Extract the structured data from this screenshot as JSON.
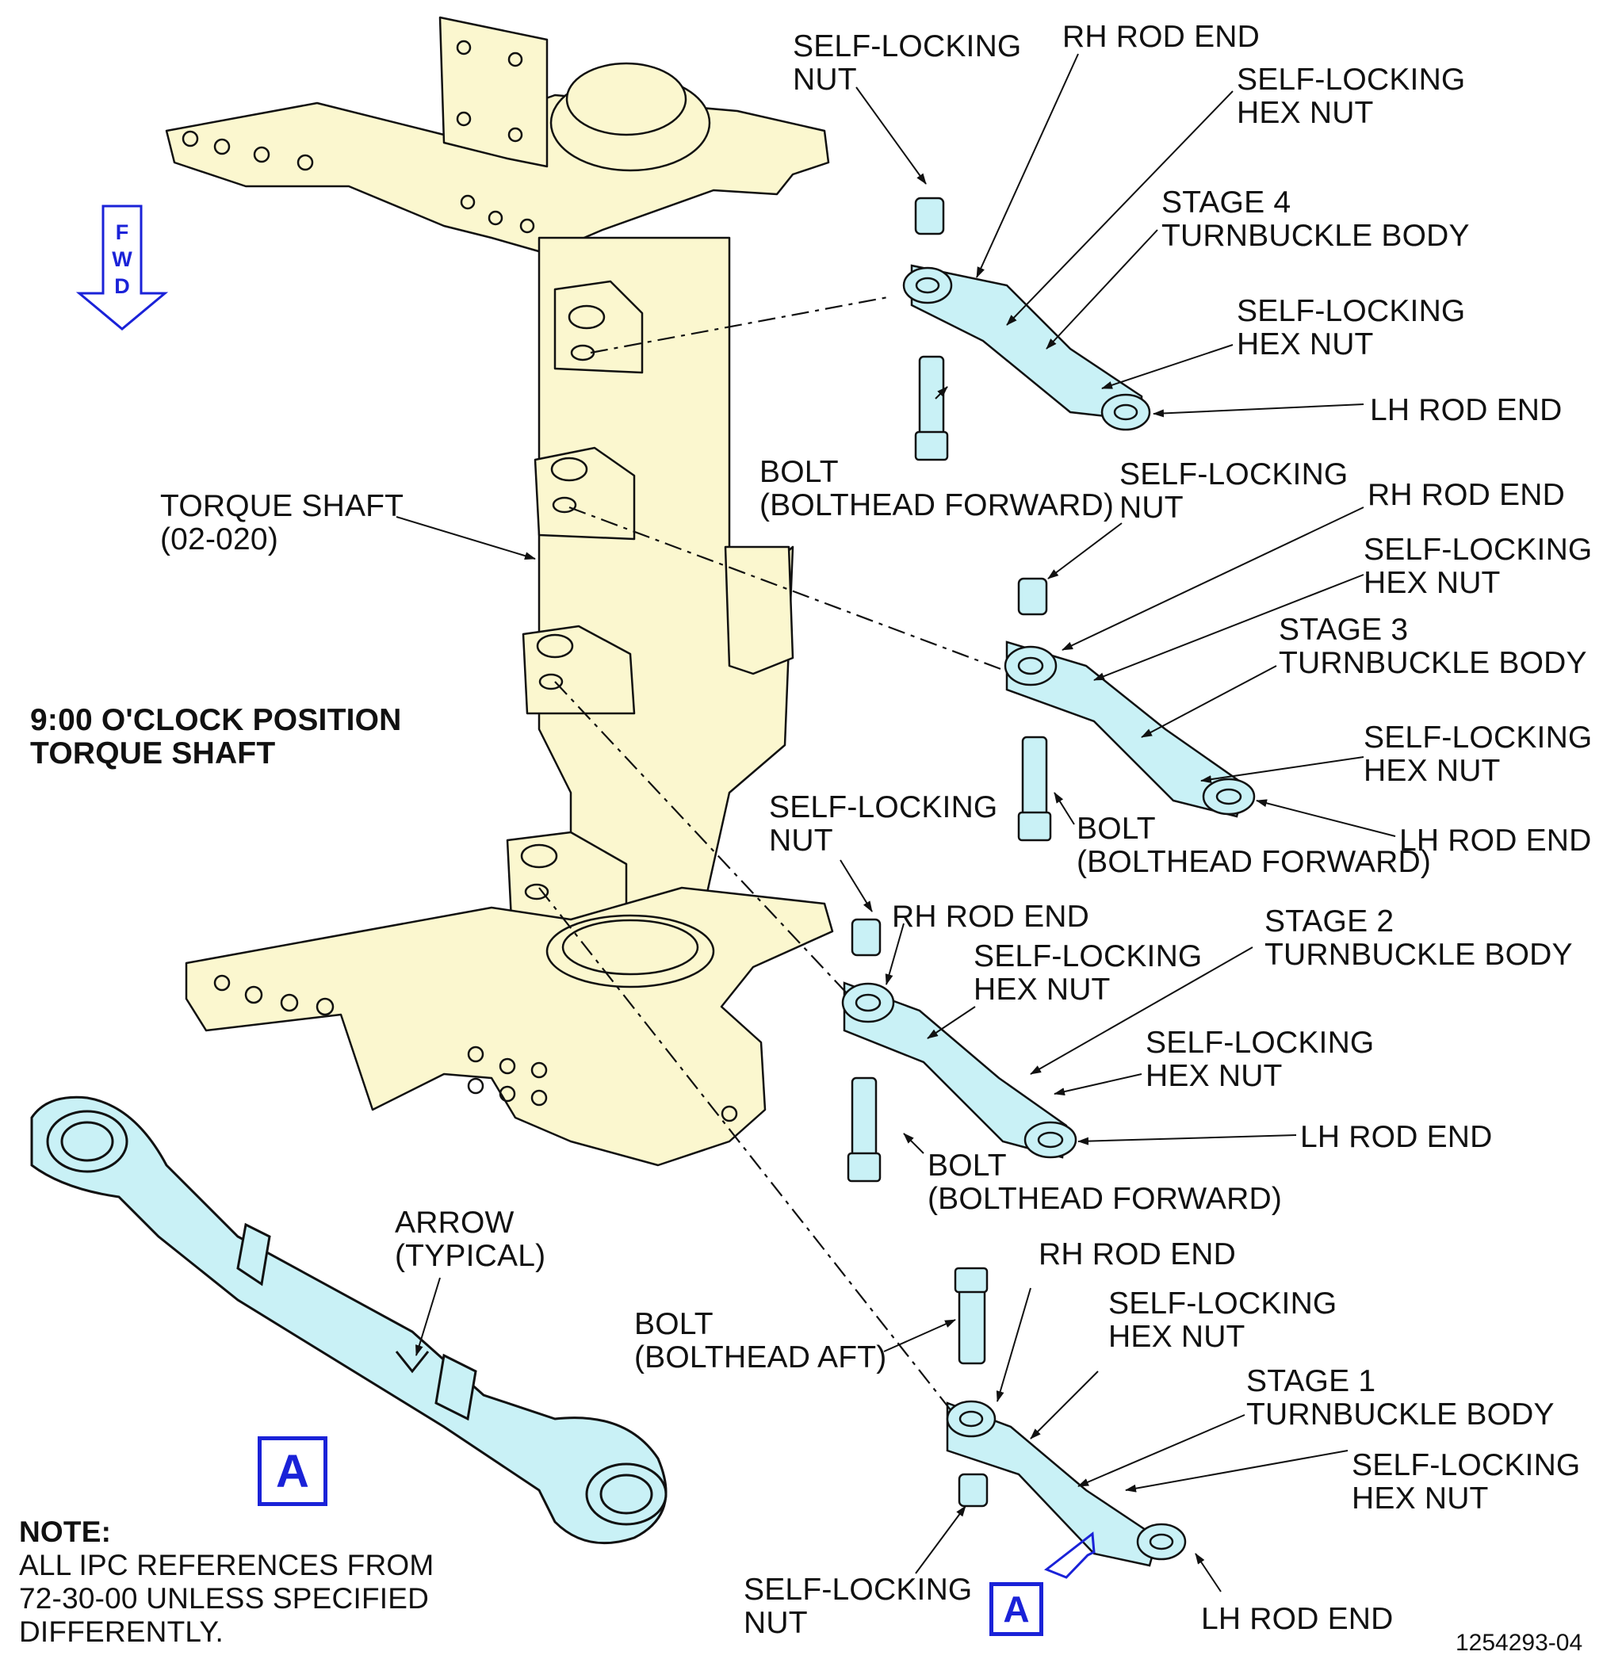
{
  "fwd_indicator": {
    "letters": [
      "F",
      "W",
      "D"
    ],
    "color": "#1a22d8"
  },
  "detail_label": "A",
  "view_title": [
    "9:00 O'CLOCK POSITION",
    "TORQUE SHAFT"
  ],
  "torque_shaft": [
    "TORQUE SHAFT",
    "(02-020)"
  ],
  "stage4": {
    "nut": [
      "SELF-LOCKING",
      "NUT"
    ],
    "rh_rod_end": "RH ROD END",
    "hex_nut_top": [
      "SELF-LOCKING",
      "HEX NUT"
    ],
    "body": [
      "STAGE 4",
      "TURNBUCKLE BODY"
    ],
    "hex_nut_bottom": [
      "SELF-LOCKING",
      "HEX NUT"
    ],
    "lh_rod_end": "LH ROD END",
    "bolt": [
      "BOLT",
      "(BOLTHEAD FORWARD)"
    ]
  },
  "stage3": {
    "nut": [
      "SELF-LOCKING",
      "NUT"
    ],
    "rh_rod_end": "RH ROD END",
    "hex_nut_top": [
      "SELF-LOCKING",
      "HEX NUT"
    ],
    "body": [
      "STAGE 3",
      "TURNBUCKLE BODY"
    ],
    "hex_nut_bottom": [
      "SELF-LOCKING",
      "HEX NUT"
    ],
    "lh_rod_end": "LH ROD END",
    "bolt": [
      "BOLT",
      "(BOLTHEAD FORWARD)"
    ]
  },
  "stage2": {
    "nut": [
      "SELF-LOCKING",
      "NUT"
    ],
    "rh_rod_end": "RH ROD END",
    "hex_nut_top": [
      "SELF-LOCKING",
      "HEX NUT"
    ],
    "body": [
      "STAGE 2",
      "TURNBUCKLE BODY"
    ],
    "hex_nut_bottom": [
      "SELF-LOCKING",
      "HEX NUT"
    ],
    "lh_rod_end": "LH ROD END",
    "bolt": [
      "BOLT",
      "(BOLTHEAD FORWARD)"
    ]
  },
  "stage1": {
    "bolt": [
      "BOLT",
      "(BOLTHEAD AFT)"
    ],
    "rh_rod_end": "RH ROD END",
    "hex_nut_top": [
      "SELF-LOCKING",
      "HEX NUT"
    ],
    "body": [
      "STAGE 1",
      "TURNBUCKLE BODY"
    ],
    "hex_nut_bottom": [
      "SELF-LOCKING",
      "HEX NUT"
    ],
    "lh_rod_end": "LH ROD END",
    "nut": [
      "SELF-LOCKING",
      "NUT"
    ]
  },
  "detail_arrow": [
    "ARROW",
    "(TYPICAL)"
  ],
  "note": {
    "heading": "NOTE:",
    "lines": [
      "ALL IPC REFERENCES FROM",
      "72-30-00 UNLESS SPECIFIED",
      "DIFFERENTLY."
    ]
  },
  "drawing_number": "1254293-04",
  "colors": {
    "shaft_fill": "#fbf7cf",
    "part_fill": "#c9f1f6",
    "line": "#111111",
    "accent": "#1a22d8"
  }
}
